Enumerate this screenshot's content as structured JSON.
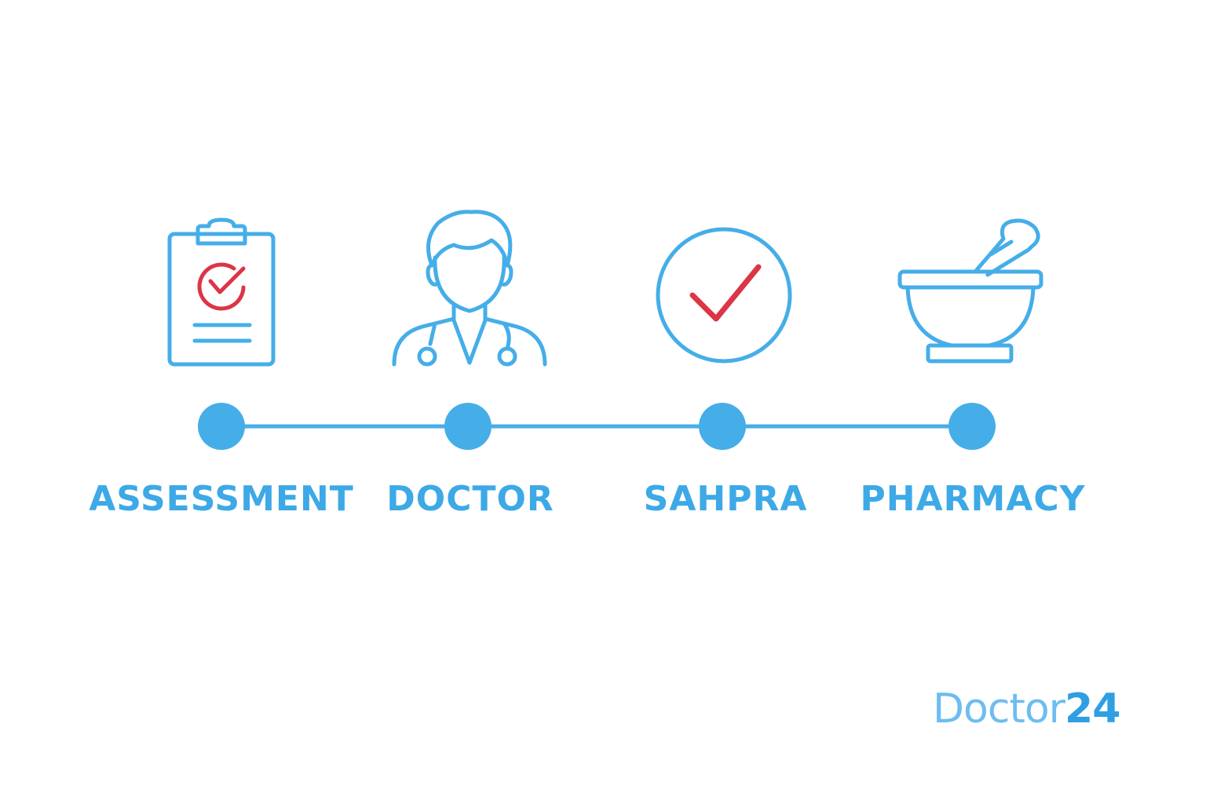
{
  "colors": {
    "accent": "#45aee8",
    "check": "#dc3545",
    "label": "#3da9e6",
    "brand_light": "#6dbdf0",
    "brand_bold": "#2f9fe2"
  },
  "steps": [
    {
      "label": "ASSESSMENT",
      "icon": "clipboard-check-icon"
    },
    {
      "label": "DOCTOR",
      "icon": "doctor-stethoscope-icon"
    },
    {
      "label": "SAHPRA",
      "icon": "circle-check-icon"
    },
    {
      "label": "PHARMACY",
      "icon": "mortar-pestle-icon"
    }
  ],
  "brand": {
    "text": "Doctor",
    "number": "24"
  }
}
